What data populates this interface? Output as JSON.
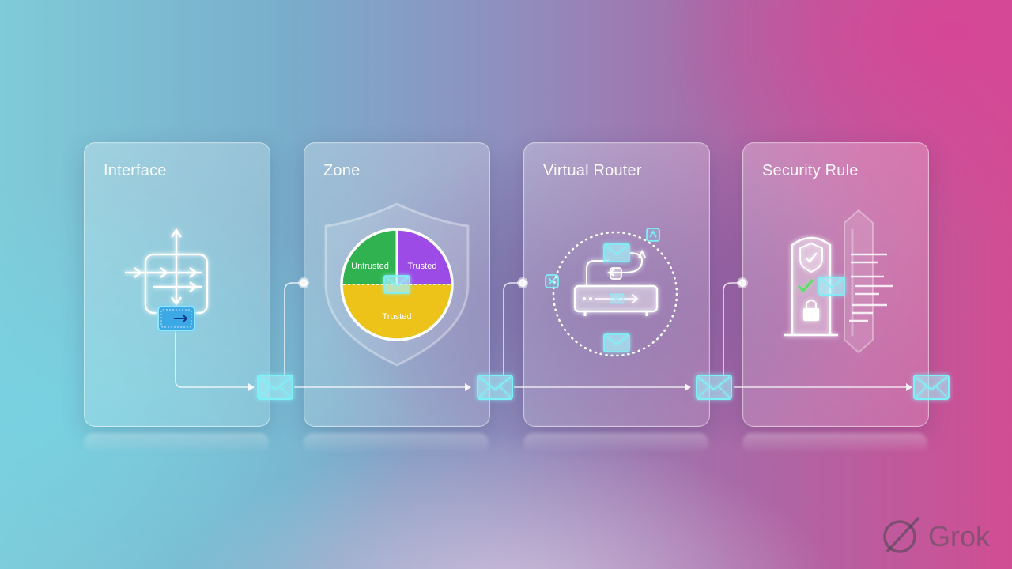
{
  "cards": [
    {
      "title": "Interface"
    },
    {
      "title": "Zone"
    },
    {
      "title": "Virtual Router"
    },
    {
      "title": "Security Rule"
    }
  ],
  "zone": {
    "labels": [
      "Untrusted",
      "Trusted",
      "Trusted"
    ],
    "colors": [
      "#2fb24f",
      "#9c4be6",
      "#edc219"
    ]
  },
  "brand": {
    "name": "Grok"
  },
  "colors": {
    "accent": "#5fe3f0",
    "line": "#ffffff"
  }
}
